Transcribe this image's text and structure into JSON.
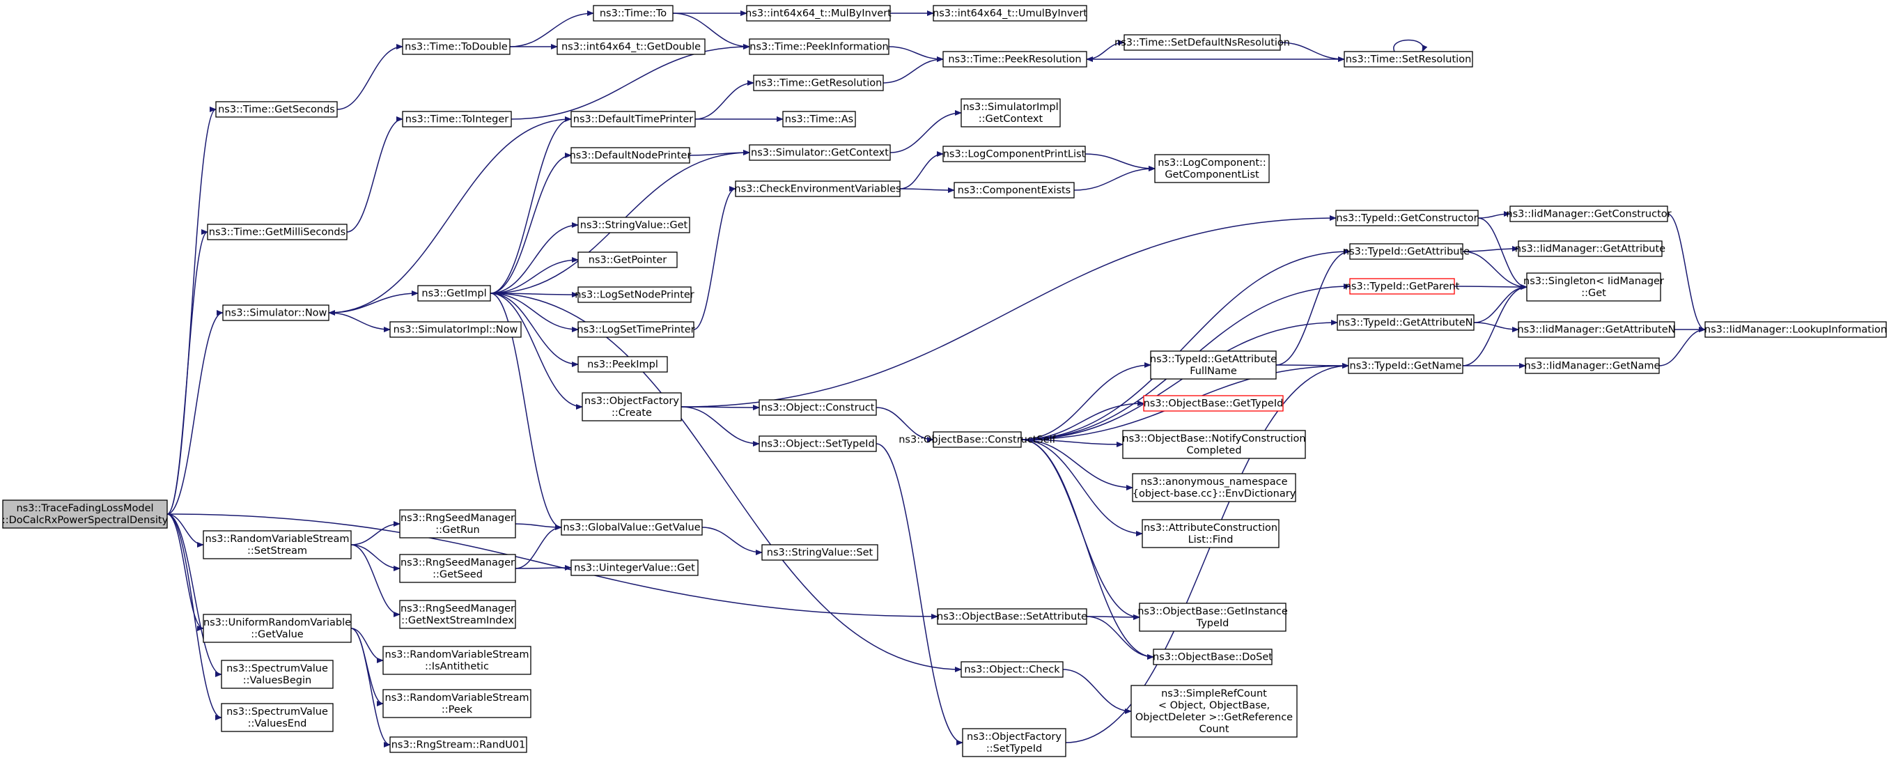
{
  "colors": {
    "edge": "#191970",
    "root_fill": "#bfbfbf",
    "highlight_border": "#ff0000",
    "node_border": "#000000"
  },
  "nodes": [
    {
      "id": "n0",
      "lines": [
        "ns3::TraceFadingLossModel",
        "::DoCalcRxPowerSpectralDensity"
      ],
      "root": true
    },
    {
      "id": "n1",
      "lines": [
        "ns3::Time::GetSeconds"
      ]
    },
    {
      "id": "n2",
      "lines": [
        "ns3::Time::GetMilliSeconds"
      ]
    },
    {
      "id": "n3",
      "lines": [
        "ns3::Simulator::Now"
      ]
    },
    {
      "id": "n4",
      "lines": [
        "ns3::RandomVariableStream",
        "::SetStream"
      ]
    },
    {
      "id": "n5",
      "lines": [
        "ns3::UniformRandomVariable",
        "::GetValue"
      ]
    },
    {
      "id": "n6",
      "lines": [
        "ns3::SpectrumValue",
        "::ValuesBegin"
      ]
    },
    {
      "id": "n7",
      "lines": [
        "ns3::SpectrumValue",
        "::ValuesEnd"
      ]
    },
    {
      "id": "n8",
      "lines": [
        "ns3::Time::ToDouble"
      ]
    },
    {
      "id": "n9",
      "lines": [
        "ns3::Time::ToInteger"
      ]
    },
    {
      "id": "n10",
      "lines": [
        "ns3::GetImpl"
      ]
    },
    {
      "id": "n11",
      "lines": [
        "ns3::SimulatorImpl::Now"
      ]
    },
    {
      "id": "n12",
      "lines": [
        "ns3::RngSeedManager",
        "::GetRun"
      ]
    },
    {
      "id": "n13",
      "lines": [
        "ns3::RngSeedManager",
        "::GetSeed"
      ]
    },
    {
      "id": "n14",
      "lines": [
        "ns3::RngSeedManager",
        "::GetNextStreamIndex"
      ]
    },
    {
      "id": "n15",
      "lines": [
        "ns3::RandomVariableStream",
        "::IsAntithetic"
      ]
    },
    {
      "id": "n16",
      "lines": [
        "ns3::RandomVariableStream",
        "::Peek"
      ]
    },
    {
      "id": "n17",
      "lines": [
        "ns3::RngStream::RandU01"
      ]
    },
    {
      "id": "n18",
      "lines": [
        "ns3::Time::To"
      ]
    },
    {
      "id": "n19",
      "lines": [
        "ns3::int64x64_t::GetDouble"
      ]
    },
    {
      "id": "n20",
      "lines": [
        "ns3::DefaultTimePrinter"
      ]
    },
    {
      "id": "n21",
      "lines": [
        "ns3::DefaultNodePrinter"
      ]
    },
    {
      "id": "n22",
      "lines": [
        "ns3::StringValue::Get"
      ]
    },
    {
      "id": "n23",
      "lines": [
        "ns3::GetPointer"
      ]
    },
    {
      "id": "n24",
      "lines": [
        "ns3::LogSetNodePrinter"
      ]
    },
    {
      "id": "n25",
      "lines": [
        "ns3::LogSetTimePrinter"
      ]
    },
    {
      "id": "n26",
      "lines": [
        "ns3::PeekImpl"
      ]
    },
    {
      "id": "n27",
      "lines": [
        "ns3::ObjectFactory",
        "::Create"
      ]
    },
    {
      "id": "n28",
      "lines": [
        "ns3::GlobalValue::GetValue"
      ]
    },
    {
      "id": "n29",
      "lines": [
        "ns3::UintegerValue::Get"
      ]
    },
    {
      "id": "n30",
      "lines": [
        "ns3::int64x64_t::MulByInvert"
      ]
    },
    {
      "id": "n31",
      "lines": [
        "ns3::Time::PeekInformation"
      ]
    },
    {
      "id": "n32",
      "lines": [
        "ns3::Time::GetResolution"
      ]
    },
    {
      "id": "n33",
      "lines": [
        "ns3::Time::As"
      ]
    },
    {
      "id": "n34",
      "lines": [
        "ns3::Simulator::GetContext"
      ]
    },
    {
      "id": "n35",
      "lines": [
        "ns3::CheckEnvironmentVariables"
      ]
    },
    {
      "id": "n36",
      "lines": [
        "ns3::Object::Construct"
      ]
    },
    {
      "id": "n37",
      "lines": [
        "ns3::Object::SetTypeId"
      ]
    },
    {
      "id": "n38",
      "lines": [
        "ns3::StringValue::Set"
      ]
    },
    {
      "id": "n39",
      "lines": [
        "ns3::ObjectBase::SetAttribute"
      ]
    },
    {
      "id": "n40",
      "lines": [
        "ns3::Object::Check"
      ]
    },
    {
      "id": "n41",
      "lines": [
        "ns3::ObjectFactory",
        "::SetTypeId"
      ]
    },
    {
      "id": "n42",
      "lines": [
        "ns3::int64x64_t::UmulByInvert"
      ]
    },
    {
      "id": "n43",
      "lines": [
        "ns3::Time::PeekResolution"
      ]
    },
    {
      "id": "n44",
      "lines": [
        "ns3::SimulatorImpl",
        "::GetContext"
      ]
    },
    {
      "id": "n45",
      "lines": [
        "ns3::LogComponentPrintList"
      ]
    },
    {
      "id": "n46",
      "lines": [
        "ns3::ComponentExists"
      ]
    },
    {
      "id": "n47",
      "lines": [
        "ns3::ObjectBase::ConstructSelf"
      ]
    },
    {
      "id": "n48",
      "lines": [
        "ns3::Time::SetDefaultNsResolution"
      ]
    },
    {
      "id": "n49",
      "lines": [
        "ns3::LogComponent::",
        "GetComponentList"
      ]
    },
    {
      "id": "n50",
      "lines": [
        "ns3::TypeId::GetAttribute",
        "FullName"
      ]
    },
    {
      "id": "n51",
      "lines": [
        "ns3::ObjectBase::GetTypeId"
      ],
      "red": true
    },
    {
      "id": "n52",
      "lines": [
        "ns3::ObjectBase::NotifyConstruction",
        "Completed"
      ]
    },
    {
      "id": "n53",
      "lines": [
        "ns3::anonymous_namespace",
        "{object-base.cc}::EnvDictionary"
      ]
    },
    {
      "id": "n54",
      "lines": [
        "ns3::AttributeConstruction",
        "List::Find"
      ]
    },
    {
      "id": "n55",
      "lines": [
        "ns3::ObjectBase::GetInstance",
        "TypeId"
      ]
    },
    {
      "id": "n56",
      "lines": [
        "ns3::ObjectBase::DoSet"
      ]
    },
    {
      "id": "n57",
      "lines": [
        "ns3::SimpleRefCount",
        "< Object, ObjectBase,",
        "ObjectDeleter >::GetReference",
        "Count"
      ]
    },
    {
      "id": "n58",
      "lines": [
        "ns3::TypeId::GetConstructor"
      ]
    },
    {
      "id": "n59",
      "lines": [
        "ns3::TypeId::GetAttribute"
      ]
    },
    {
      "id": "n60",
      "lines": [
        "ns3::TypeId::GetParent"
      ],
      "red": true
    },
    {
      "id": "n61",
      "lines": [
        "ns3::TypeId::GetAttributeN"
      ]
    },
    {
      "id": "n62",
      "lines": [
        "ns3::TypeId::GetName"
      ]
    },
    {
      "id": "n63",
      "lines": [
        "ns3::Time::SetResolution"
      ]
    },
    {
      "id": "n64",
      "lines": [
        "ns3::IidManager::GetConstructor"
      ]
    },
    {
      "id": "n65",
      "lines": [
        "ns3::IidManager::GetAttribute"
      ]
    },
    {
      "id": "n66",
      "lines": [
        "ns3::Singleton< IidManager",
        "::Get"
      ]
    },
    {
      "id": "n67",
      "lines": [
        "ns3::IidManager::GetAttributeN"
      ]
    },
    {
      "id": "n68",
      "lines": [
        "ns3::IidManager::GetName"
      ]
    },
    {
      "id": "n69",
      "lines": [
        "ns3::IidManager::LookupInformation"
      ]
    }
  ],
  "edges": [
    [
      "n0",
      "n1"
    ],
    [
      "n0",
      "n2"
    ],
    [
      "n0",
      "n3"
    ],
    [
      "n0",
      "n4"
    ],
    [
      "n0",
      "n5"
    ],
    [
      "n0",
      "n6"
    ],
    [
      "n0",
      "n7"
    ],
    [
      "n0",
      "n39"
    ],
    [
      "n1",
      "n8"
    ],
    [
      "n2",
      "n9"
    ],
    [
      "n3",
      "n10"
    ],
    [
      "n3",
      "n11"
    ],
    [
      "n4",
      "n12"
    ],
    [
      "n4",
      "n13"
    ],
    [
      "n4",
      "n14"
    ],
    [
      "n5",
      "n15"
    ],
    [
      "n5",
      "n16"
    ],
    [
      "n5",
      "n17"
    ],
    [
      "n8",
      "n18"
    ],
    [
      "n8",
      "n19"
    ],
    [
      "n9",
      "n31"
    ],
    [
      "n10",
      "n20"
    ],
    [
      "n10",
      "n21"
    ],
    [
      "n10",
      "n22"
    ],
    [
      "n10",
      "n23"
    ],
    [
      "n10",
      "n24"
    ],
    [
      "n10",
      "n25"
    ],
    [
      "n10",
      "n26"
    ],
    [
      "n10",
      "n27"
    ],
    [
      "n10",
      "n28"
    ],
    [
      "n10",
      "n34"
    ],
    [
      "n10",
      "n40"
    ],
    [
      "n12",
      "n28"
    ],
    [
      "n13",
      "n28"
    ],
    [
      "n13",
      "n29"
    ],
    [
      "n18",
      "n30"
    ],
    [
      "n18",
      "n31"
    ],
    [
      "n30",
      "n42"
    ],
    [
      "n20",
      "n32"
    ],
    [
      "n20",
      "n33"
    ],
    [
      "n20",
      "n3"
    ],
    [
      "n21",
      "n34"
    ],
    [
      "n25",
      "n35"
    ],
    [
      "n27",
      "n36"
    ],
    [
      "n27",
      "n37"
    ],
    [
      "n27",
      "n58"
    ],
    [
      "n28",
      "n38"
    ],
    [
      "n31",
      "n43"
    ],
    [
      "n32",
      "n43"
    ],
    [
      "n34",
      "n44"
    ],
    [
      "n35",
      "n45"
    ],
    [
      "n35",
      "n46"
    ],
    [
      "n36",
      "n47"
    ],
    [
      "n37",
      "n41"
    ],
    [
      "n39",
      "n55"
    ],
    [
      "n39",
      "n56"
    ],
    [
      "n40",
      "n57"
    ],
    [
      "n41",
      "n62"
    ],
    [
      "n43",
      "n48"
    ],
    [
      "n48",
      "n63"
    ],
    [
      "n63",
      "n43"
    ],
    [
      "n63",
      "n63"
    ],
    [
      "n45",
      "n49"
    ],
    [
      "n46",
      "n49"
    ],
    [
      "n47",
      "n50"
    ],
    [
      "n47",
      "n51"
    ],
    [
      "n47",
      "n52"
    ],
    [
      "n47",
      "n53"
    ],
    [
      "n47",
      "n54"
    ],
    [
      "n47",
      "n55"
    ],
    [
      "n47",
      "n56"
    ],
    [
      "n47",
      "n59"
    ],
    [
      "n47",
      "n60"
    ],
    [
      "n47",
      "n61"
    ],
    [
      "n47",
      "n62"
    ],
    [
      "n50",
      "n59"
    ],
    [
      "n50",
      "n62"
    ],
    [
      "n58",
      "n64"
    ],
    [
      "n58",
      "n66"
    ],
    [
      "n59",
      "n65"
    ],
    [
      "n59",
      "n66"
    ],
    [
      "n60",
      "n66"
    ],
    [
      "n61",
      "n67"
    ],
    [
      "n61",
      "n66"
    ],
    [
      "n62",
      "n68"
    ],
    [
      "n62",
      "n66"
    ],
    [
      "n64",
      "n69"
    ],
    [
      "n67",
      "n69"
    ],
    [
      "n68",
      "n69"
    ]
  ]
}
